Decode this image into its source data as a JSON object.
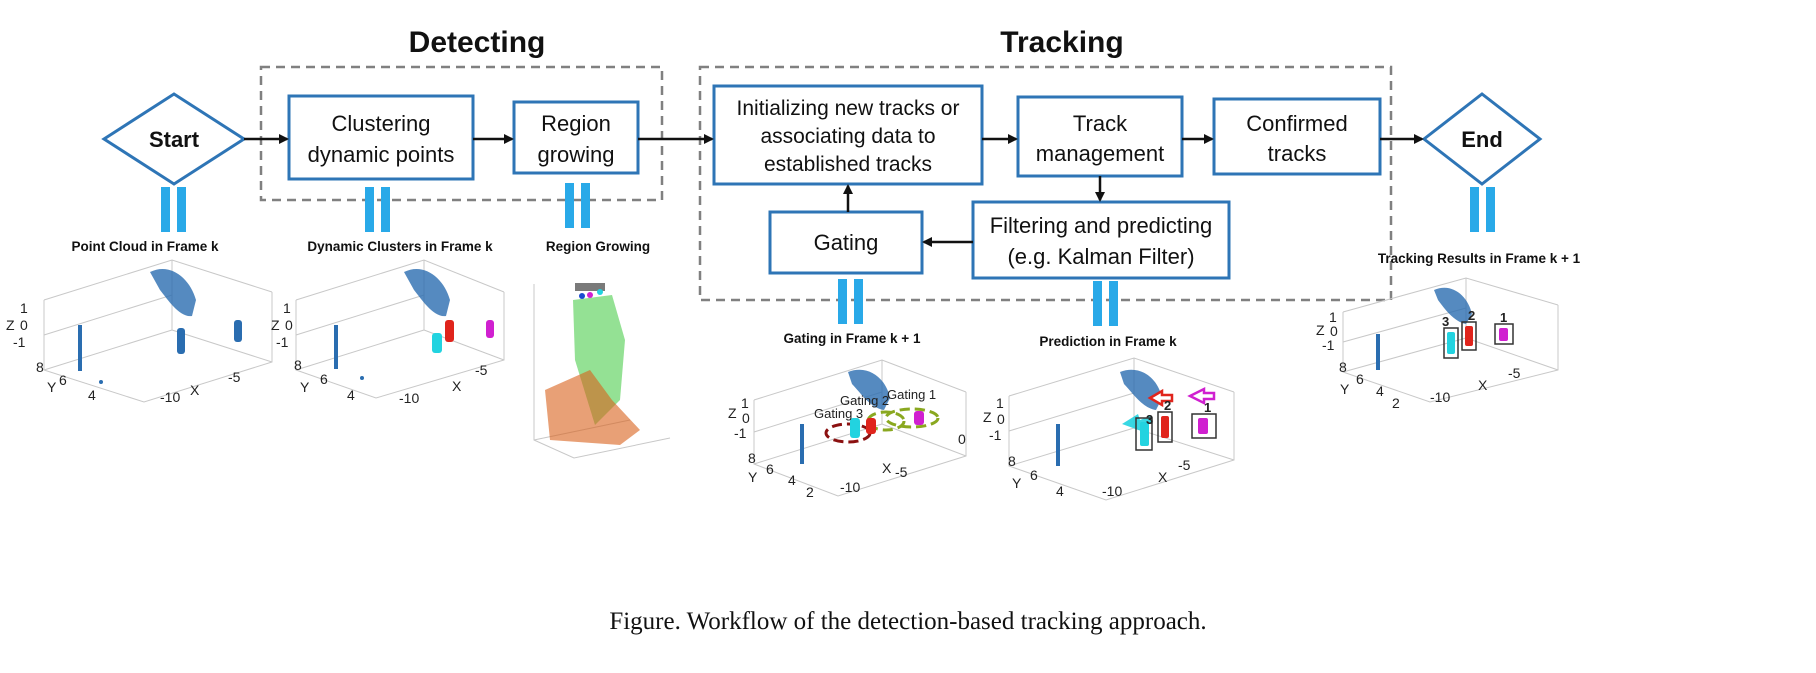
{
  "sections": {
    "detecting": "Detecting",
    "tracking": "Tracking"
  },
  "terminals": {
    "start": "Start",
    "end": "End"
  },
  "boxes": {
    "clustering": [
      "Clustering",
      "dynamic points"
    ],
    "region_growing": [
      "Region",
      "growing"
    ],
    "init_tracks": [
      "Initializing new tracks or",
      "associating data to",
      "established tracks"
    ],
    "track_management": [
      "Track",
      "management"
    ],
    "confirmed": [
      "Confirmed",
      "tracks"
    ],
    "gating": [
      "Gating"
    ],
    "filtering": [
      "Filtering and predicting",
      "(e.g. Kalman Filter)"
    ]
  },
  "panels": {
    "point_cloud": {
      "title": "Point Cloud in Frame k",
      "z_ticks": [
        "1",
        "0",
        "-1"
      ],
      "z_label": "Z",
      "y_ticks": [
        "8",
        "6",
        "4"
      ],
      "y_label": "Y",
      "x_ticks": [
        "-10",
        "-5"
      ],
      "x_label": "X"
    },
    "dynamic_clusters": {
      "title": "Dynamic Clusters in Frame k",
      "z_ticks": [
        "1",
        "0",
        "-1"
      ],
      "z_label": "Z",
      "y_ticks": [
        "8",
        "6",
        "4"
      ],
      "y_label": "Y",
      "x_ticks": [
        "-10",
        "-5"
      ],
      "x_label": "X"
    },
    "region_growing": {
      "title": "Region Growing"
    },
    "gating_frame": {
      "title": "Gating in Frame k + 1",
      "z_ticks": [
        "1",
        "0",
        "-1"
      ],
      "z_label": "Z",
      "y_ticks": [
        "8",
        "6",
        "4",
        "2"
      ],
      "y_label": "Y",
      "x_ticks": [
        "-10",
        "-5",
        "0"
      ],
      "x_label": "X",
      "gate_labels": [
        "Gating 1",
        "Gating 2",
        "Gating 3"
      ]
    },
    "prediction": {
      "title": "Prediction in Frame k",
      "z_ticks": [
        "1",
        "0",
        "-1"
      ],
      "z_label": "Z",
      "y_ticks": [
        "8",
        "6",
        "4"
      ],
      "y_label": "Y",
      "x_ticks": [
        "-10",
        "-5"
      ],
      "x_label": "X",
      "track_ids": [
        "1",
        "2",
        "3"
      ]
    },
    "tracking_results": {
      "title": "Tracking Results in Frame k + 1",
      "z_ticks": [
        "1",
        "0",
        "-1"
      ],
      "z_label": "Z",
      "y_ticks": [
        "8",
        "6",
        "4",
        "2"
      ],
      "y_label": "Y",
      "x_ticks": [
        "-10",
        "-5"
      ],
      "x_label": "X",
      "track_ids": [
        "1",
        "2",
        "3"
      ]
    }
  },
  "caption": "Figure. Workflow of the detection-based tracking approach.",
  "colors": {
    "box_stroke": "#2e75b6",
    "equals_marker": "#29a9e8",
    "dashed_frame": "#808080",
    "arrow": "#111111",
    "cloud_blue": "#2a6db0",
    "cluster_red": "#e0241c",
    "cluster_cyan": "#22d3e0",
    "cluster_magenta": "#d020d0",
    "region_green": "#3cc83c",
    "region_orange": "#d8601a",
    "gate_dark_red": "#8b1010",
    "gate_olive": "#8aa820"
  }
}
